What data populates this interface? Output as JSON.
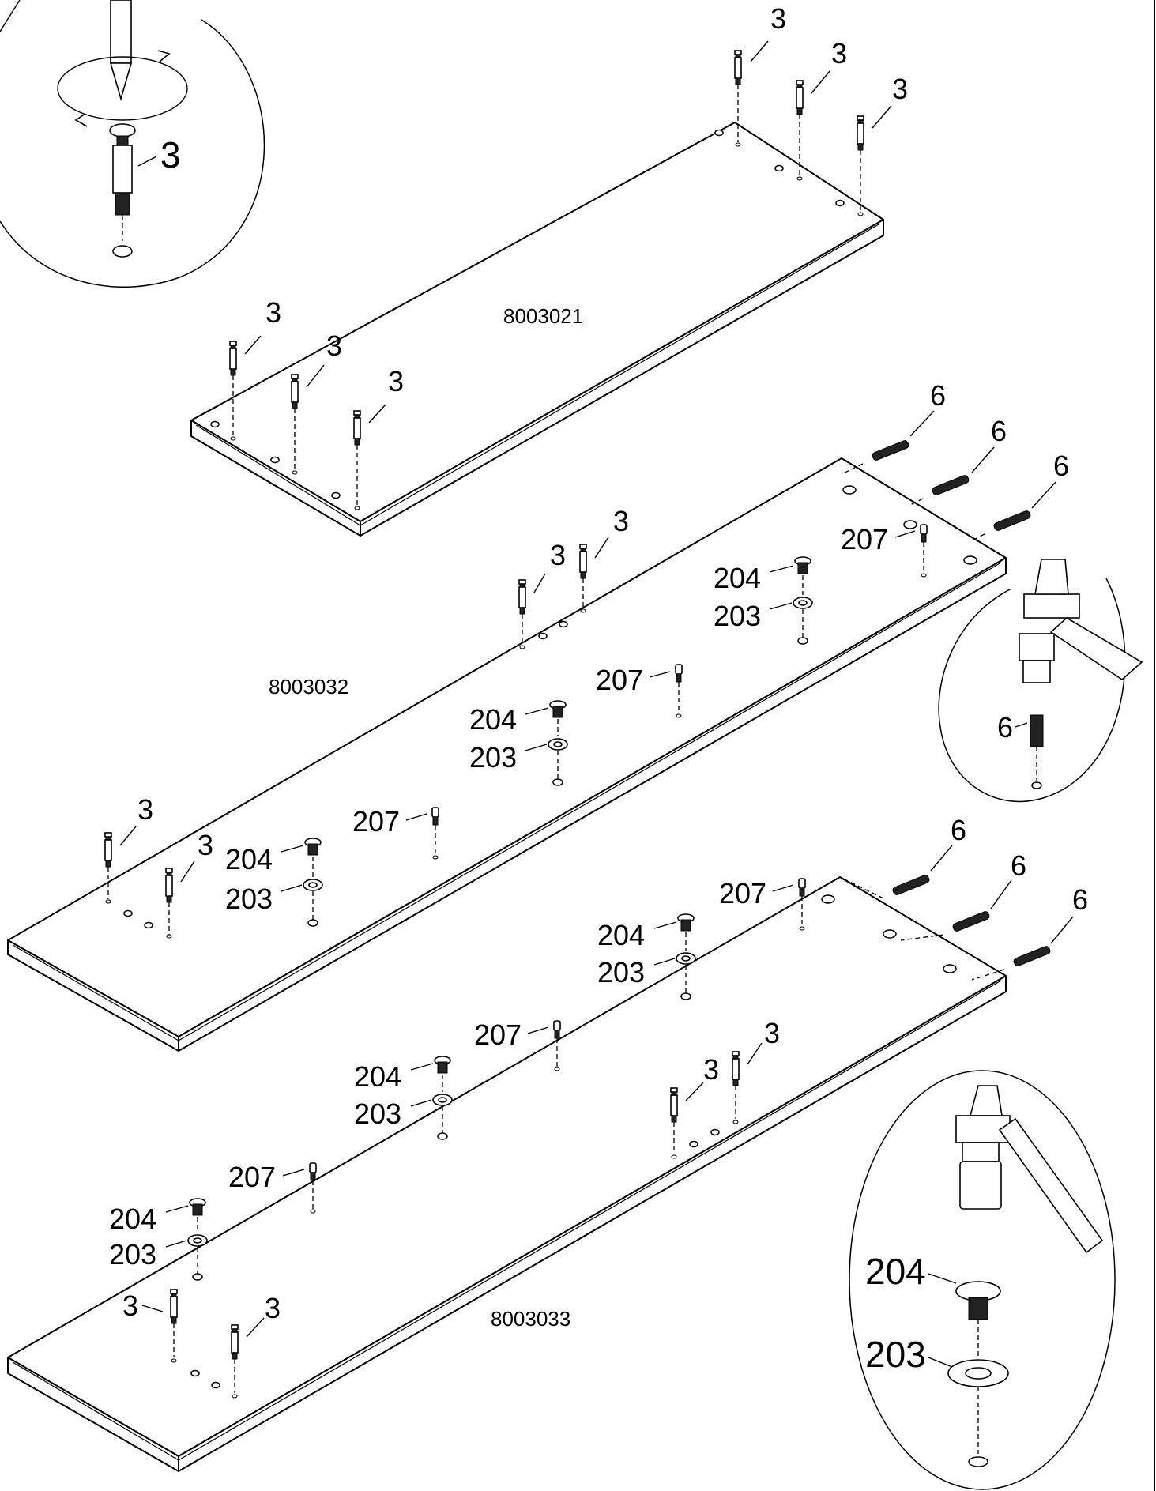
{
  "panels": [
    {
      "code": "8003021"
    },
    {
      "code": "8003032"
    },
    {
      "code": "8003033"
    }
  ],
  "parts": {
    "cam_bolt": "3",
    "dowel": "6",
    "bushing": "204",
    "ring": "203",
    "pin": "207"
  },
  "detail_views": [
    {
      "part": "3"
    },
    {
      "part": "6"
    },
    {
      "parts": [
        "204",
        "203"
      ]
    }
  ]
}
